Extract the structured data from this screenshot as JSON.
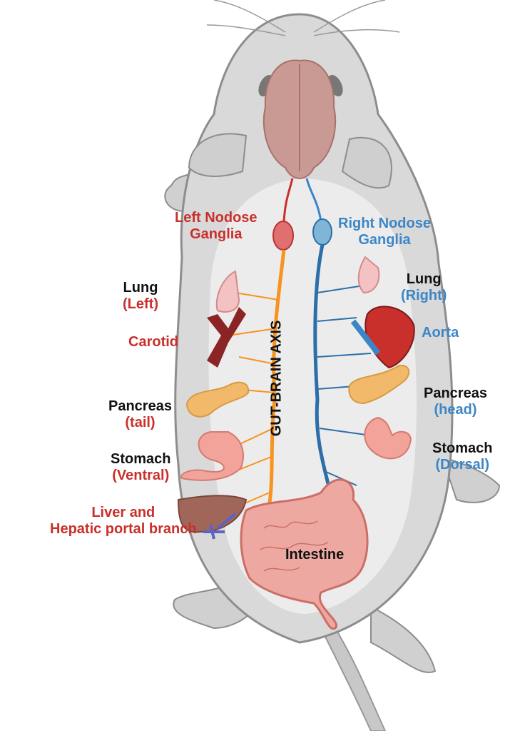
{
  "title": "GUT-BRAIN AXIS",
  "colors": {
    "left": "#c9302c",
    "right": "#3b86c6",
    "body": "#d8d8d8",
    "left_nerve": "#f7931e",
    "right_nerve": "#2c6fa8"
  },
  "left_labels": {
    "nodose": [
      "Left Nodose",
      "Ganglia"
    ],
    "lung": [
      "Lung",
      "(Left)"
    ],
    "carotid": "Carotid",
    "pancreas": [
      "Pancreas",
      "(tail)"
    ],
    "stomach": [
      "Stomach",
      "(Ventral)"
    ],
    "liver": [
      "Liver and",
      "Hepatic portal branch"
    ]
  },
  "right_labels": {
    "nodose": [
      "Right Nodose",
      "Ganglia"
    ],
    "lung": [
      "Lung",
      "(Right)"
    ],
    "aorta": "Aorta",
    "pancreas": [
      "Pancreas",
      "(head)"
    ],
    "stomach": [
      "Stomach",
      "(Dorsal)"
    ]
  },
  "center_labels": {
    "intestine": "Intestine"
  }
}
